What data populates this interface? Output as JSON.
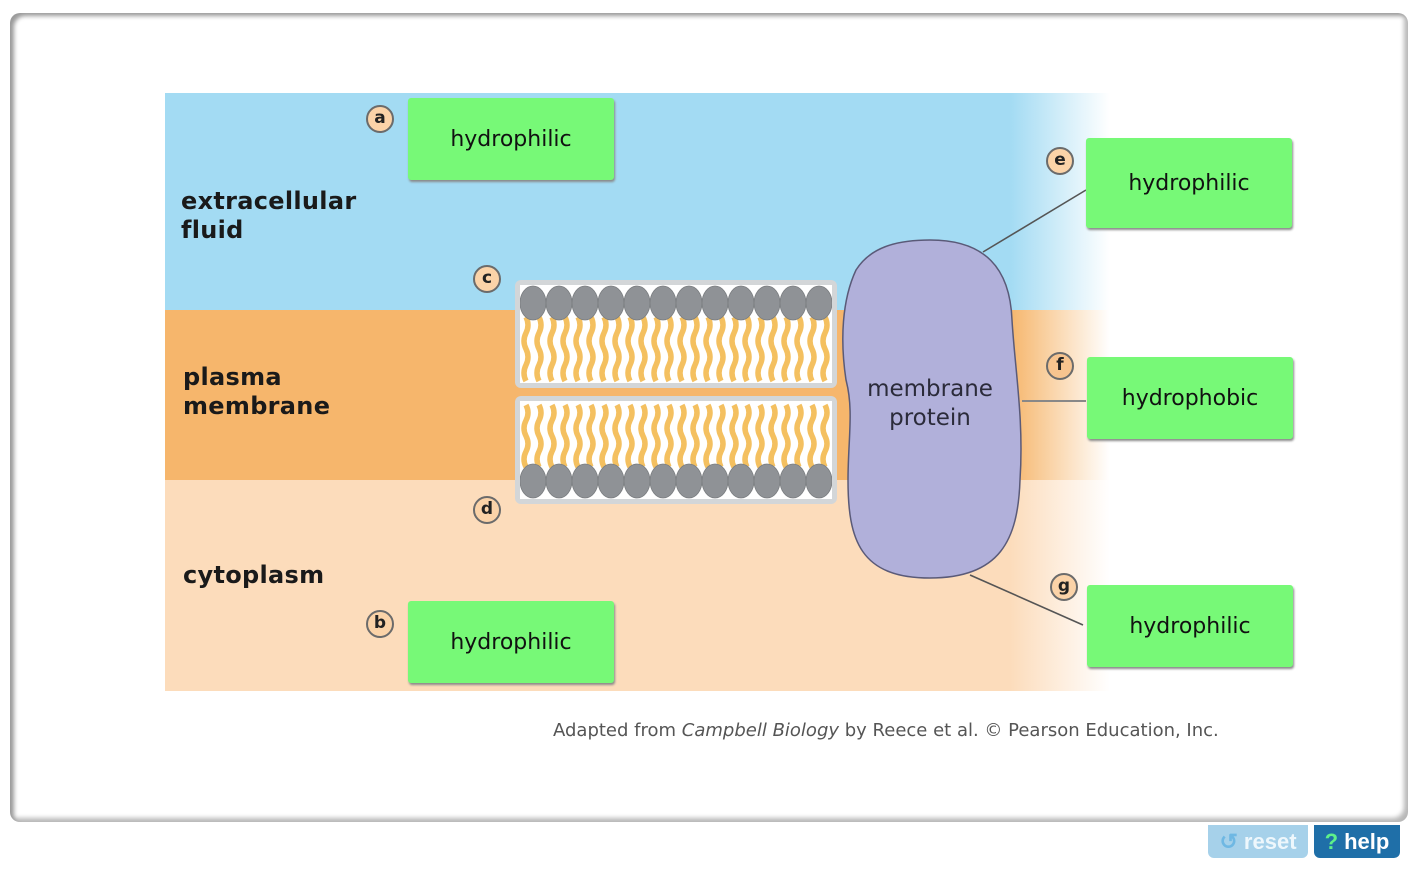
{
  "diagram": {
    "regions": {
      "extracellular": "extracellular\nfluid",
      "plasma_membrane": "plasma\nmembrane",
      "cytoplasm": "cytoplasm"
    },
    "protein_label": "membrane\nprotein",
    "markers": {
      "a": "a",
      "b": "b",
      "c": "c",
      "d": "d",
      "e": "e",
      "f": "f",
      "g": "g"
    },
    "drop_targets": [
      {
        "marker": "a",
        "label": "hydrophilic"
      },
      {
        "marker": "b",
        "label": "hydrophilic"
      },
      {
        "marker": "e",
        "label": "hydrophilic"
      },
      {
        "marker": "f",
        "label": "hydrophobic"
      },
      {
        "marker": "g",
        "label": "hydrophilic"
      }
    ],
    "colors": {
      "extracellular": "#a3dbf3",
      "plasma_membrane": "#f6b66c",
      "cytoplasm": "#fcdcbb",
      "protein": "#b1b0da",
      "label_box": "#77f977",
      "phospholipid_head": "#8f9296",
      "phospholipid_tail": "#f4c060"
    }
  },
  "credit": {
    "prefix": "Adapted from ",
    "title": "Campbell Biology",
    "suffix": " by Reece et al. © Pearson Education, Inc."
  },
  "buttons": {
    "reset": {
      "icon": "reset-icon",
      "label": "reset"
    },
    "help": {
      "icon": "help-icon",
      "label": "help"
    }
  }
}
